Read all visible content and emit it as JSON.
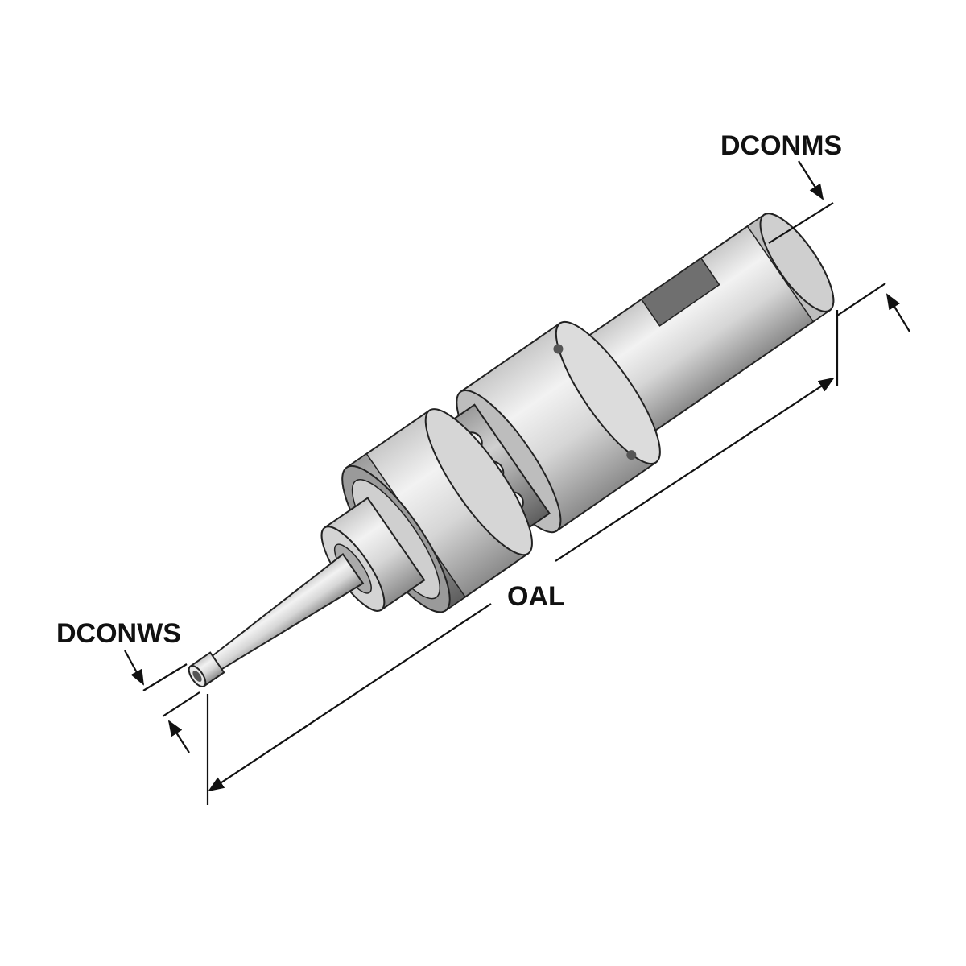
{
  "labels": {
    "dconms": "DCONMS",
    "dconws": "DCONWS",
    "oal": "OAL"
  },
  "colors": {
    "metal_light": "#e6e6e6",
    "metal_mid": "#b9b9b9",
    "metal_dark": "#7a7a7a",
    "line": "#111111"
  }
}
